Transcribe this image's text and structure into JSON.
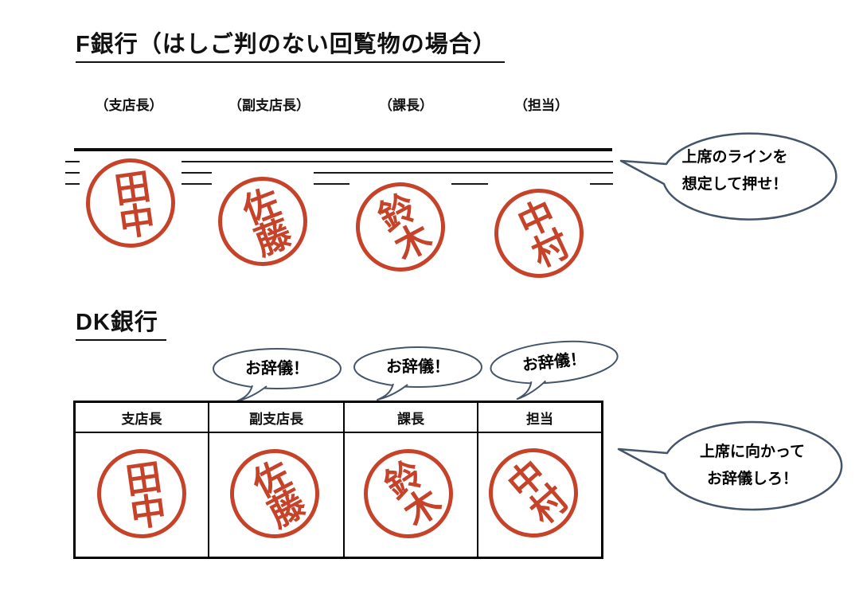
{
  "colors": {
    "seal_red": "#c6432a",
    "bubble_outline": "#44546a",
    "line_black": "#111111"
  },
  "f_section": {
    "title": "F銀行（はしご判のない回覧物の場合）",
    "role_labels": [
      "（支店長）",
      "（副支店長）",
      "（課長）",
      "（担当）"
    ],
    "stamps": [
      "田中",
      "佐藤",
      "鈴木",
      "中村"
    ],
    "bubble": {
      "line1": "上席のラインを",
      "line2": "想定して押せ！"
    }
  },
  "dk_section": {
    "title": "DK銀行",
    "bow_bubbles": [
      "お辞儀！",
      "お辞儀！",
      "お辞儀！"
    ],
    "table": {
      "headers": [
        "支店長",
        "副支店長",
        "課長",
        "担当"
      ]
    },
    "stamps": [
      "田中",
      "佐藤",
      "鈴木",
      "中村"
    ],
    "bubble": {
      "line1": "上席に向かって",
      "line2": "お辞儀しろ！"
    }
  }
}
